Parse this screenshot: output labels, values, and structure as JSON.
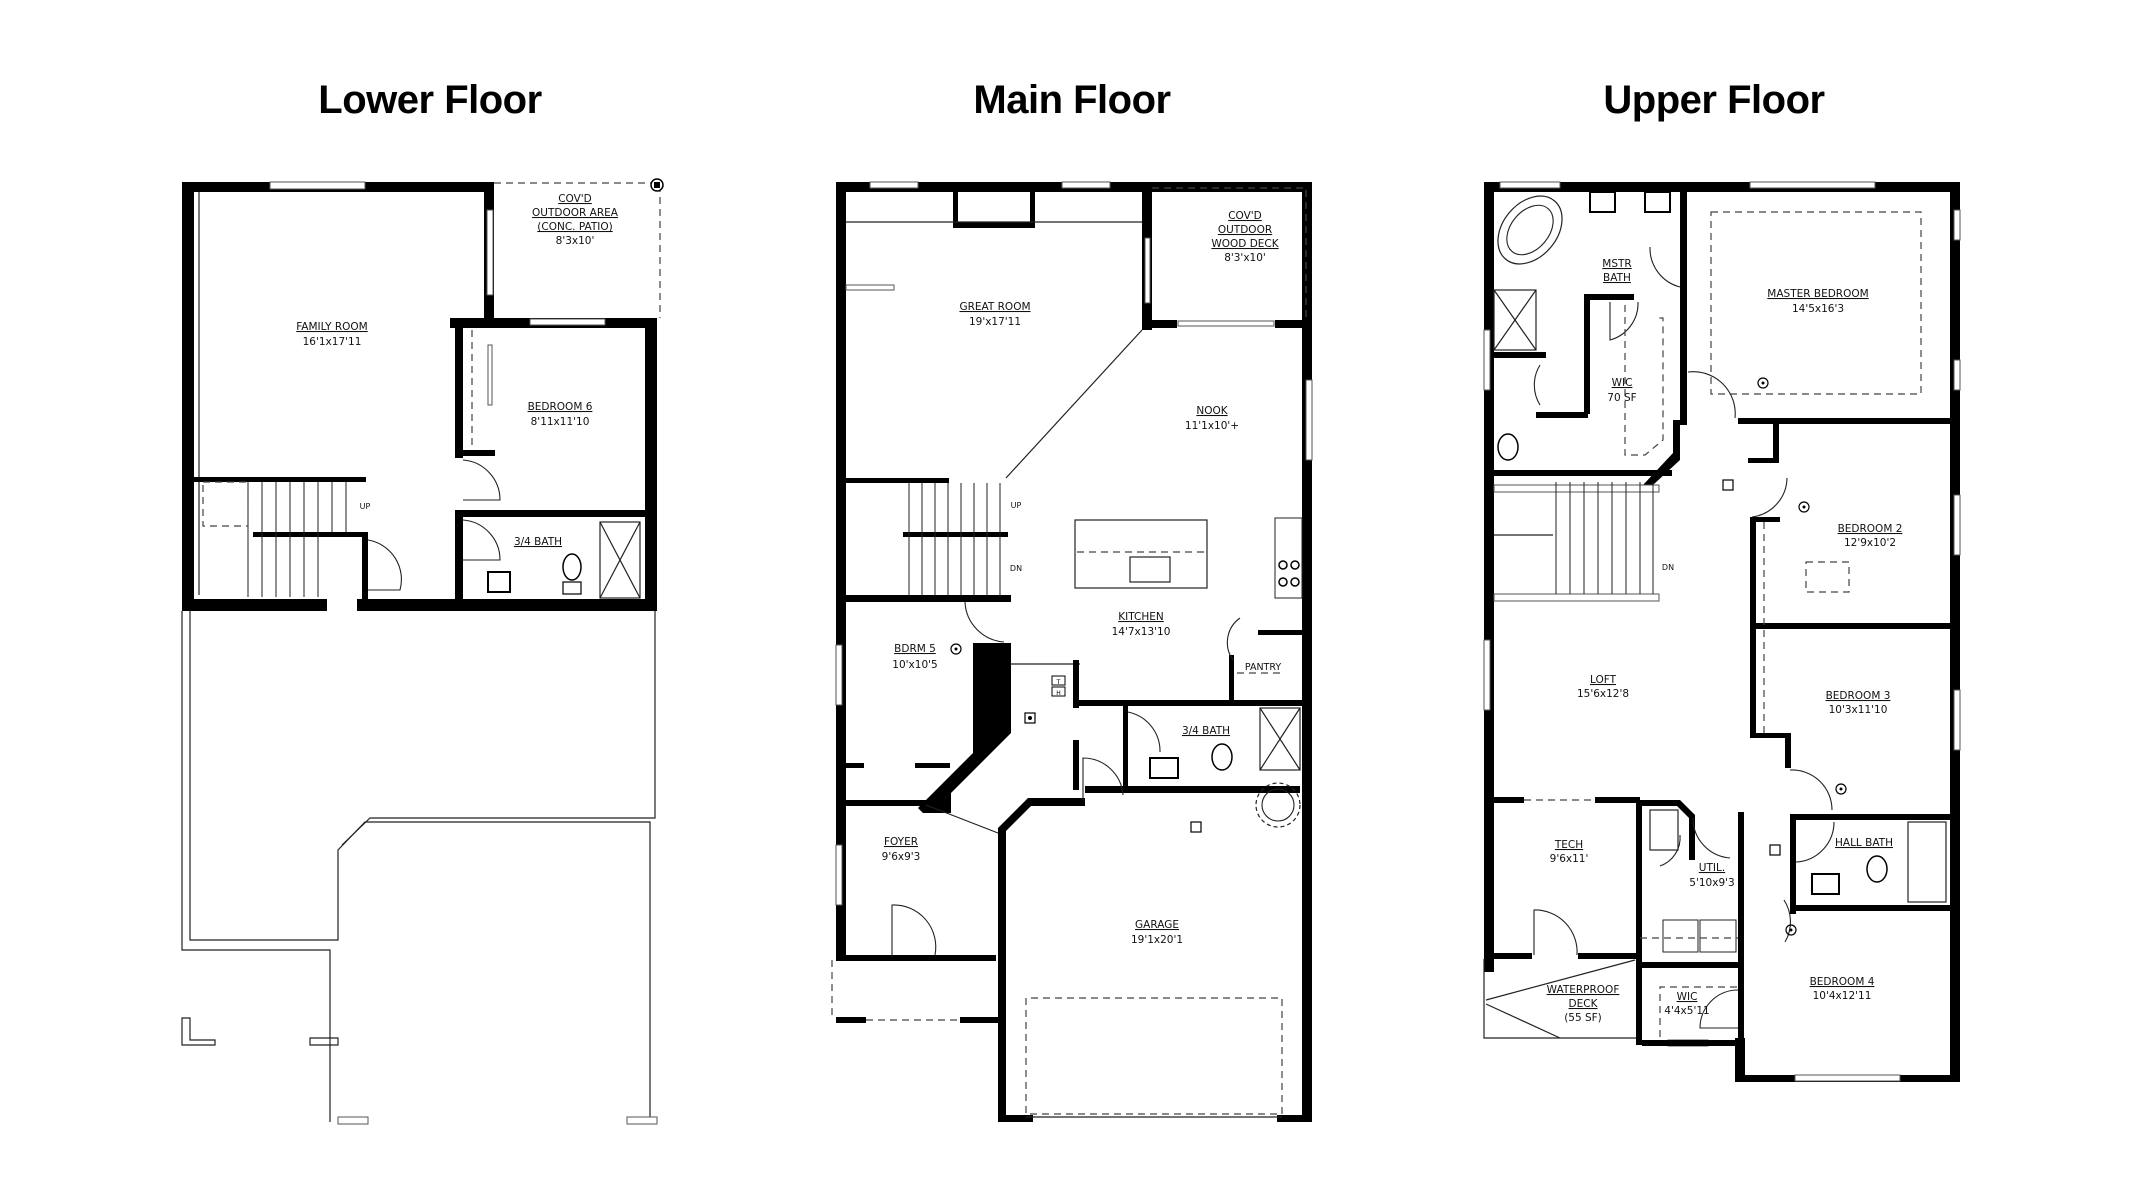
{
  "floors": [
    {
      "title": "Lower Floor",
      "rooms": [
        {
          "name": "FAMILY ROOM",
          "size": "16'1x17'11"
        },
        {
          "name": "BEDROOM 6",
          "size": "8'11x11'10"
        },
        {
          "name": "3/4 BATH",
          "size": ""
        },
        {
          "name": "COV'D",
          "line2": "OUTDOOR AREA",
          "line3": "(CONC. PATIO)",
          "size": "8'3x10'"
        }
      ],
      "stair_label": "UP"
    },
    {
      "title": "Main Floor",
      "rooms": [
        {
          "name": "GREAT ROOM",
          "size": "19'x17'11"
        },
        {
          "name": "COV'D",
          "line2": "OUTDOOR",
          "line3": "WOOD DECK",
          "size": "8'3'x10'"
        },
        {
          "name": "NOOK",
          "size": "11'1x10'+"
        },
        {
          "name": "KITCHEN",
          "size": "14'7x13'10"
        },
        {
          "name": "PANTRY",
          "size": ""
        },
        {
          "name": "BDRM 5",
          "size": "10'x10'5"
        },
        {
          "name": "3/4 BATH",
          "size": ""
        },
        {
          "name": "FOYER",
          "size": "9'6x9'3"
        },
        {
          "name": "GARAGE",
          "size": "19'1x20'1"
        }
      ],
      "stair_labels": [
        "UP",
        "DN"
      ],
      "panel_labels": [
        "T",
        "H"
      ]
    },
    {
      "title": "Upper Floor",
      "rooms": [
        {
          "name": "MSTR",
          "line2": "BATH",
          "size": ""
        },
        {
          "name": "MASTER BEDROOM",
          "size": "14'5x16'3"
        },
        {
          "name": "WIC",
          "size": "70 SF"
        },
        {
          "name": "BEDROOM 2",
          "size": "12'9x10'2"
        },
        {
          "name": "LOFT",
          "size": "15'6x12'8"
        },
        {
          "name": "BEDROOM 3",
          "size": "10'3x11'10"
        },
        {
          "name": "TECH",
          "size": "9'6x11'"
        },
        {
          "name": "UTIL.",
          "size": "5'10x9'3"
        },
        {
          "name": "HALL BATH",
          "size": ""
        },
        {
          "name": "WATERPROOF",
          "line2": "DECK",
          "size": "(55 SF)"
        },
        {
          "name": "WIC",
          "size": "4'4x5'11"
        },
        {
          "name": "BEDROOM 4",
          "size": "10'4x12'11"
        }
      ],
      "stair_label": "DN"
    }
  ]
}
